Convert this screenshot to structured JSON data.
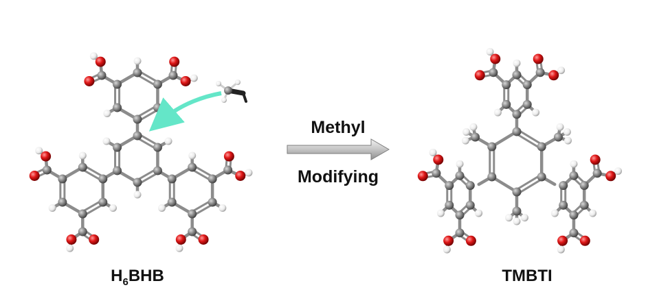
{
  "left_molecule": {
    "label_main": "H",
    "label_sub": "6",
    "label_tail": "BHB"
  },
  "right_molecule": {
    "label": "TMBTI"
  },
  "reaction": {
    "top_label": "Methyl",
    "bottom_label": "Modifying"
  },
  "colors": {
    "carbon": "#8a8a8a",
    "oxygen": "#e01818",
    "hydrogen": "#f4f4f4",
    "methyl_arrow": "#64e6c8",
    "reaction_arrow": "#b8b8b8"
  },
  "atom_types": [
    "carbon",
    "oxygen",
    "hydrogen",
    "methyl-group"
  ]
}
